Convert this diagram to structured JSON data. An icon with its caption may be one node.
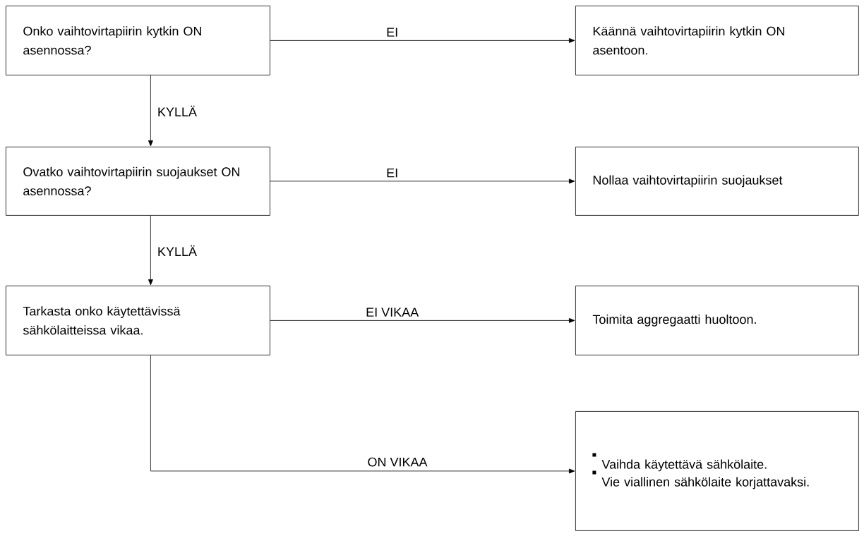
{
  "diagram": {
    "nodes": [
      {
        "text": [
          "Onko vaihtovirtapiirin kytkin ON asennossa?"
        ]
      },
      {
        "text": [
          "Käännä vaihtovirtapiirin kytkin ON asentoon."
        ]
      },
      {
        "text": [
          "Ovatko vaihtovirtapiirin suojaukset ON asennossa?"
        ]
      },
      {
        "text": [
          "Nollaa vaihtovirtapiirin suojaukset"
        ]
      },
      {
        "text": [
          "Tarkasta onko käytettävissä sähkölaitteissa vikaa."
        ]
      },
      {
        "text": [
          "Toimita aggregaatti huoltoon."
        ]
      },
      {
        "text": [
          "Vaihda käytettävä sähkölaite.",
          "Vie viallinen sähkölaite korjattavaksi."
        ]
      }
    ],
    "edges": [
      {
        "from": 0,
        "to": 1,
        "arrow": "to",
        "label": "EI"
      },
      {
        "from": 0,
        "to": 2,
        "arrow": "to",
        "label": "KYLLÄ"
      },
      {
        "from": 2,
        "to": 3,
        "arrow": "to",
        "label": "EI"
      },
      {
        "from": 2,
        "to": 4,
        "arrow": "to",
        "label": "KYLLÄ"
      },
      {
        "from": 4,
        "to": 5,
        "arrow": "to",
        "label": "EI VIKAA"
      },
      {
        "from": 4,
        "to": 6,
        "arrow": "to",
        "label": "ON VIKAA"
      }
    ]
  }
}
